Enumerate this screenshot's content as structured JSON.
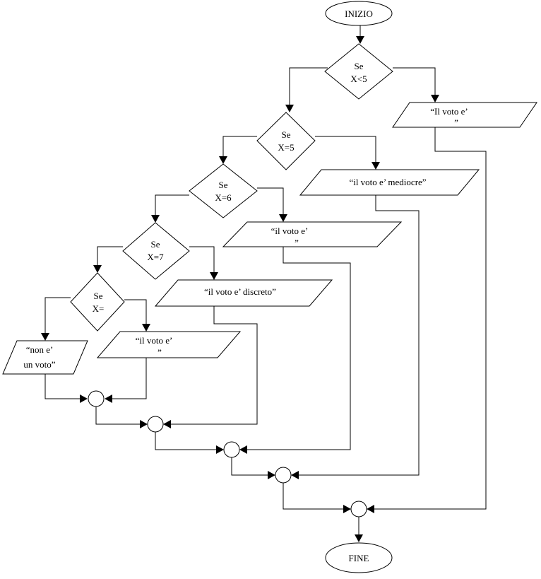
{
  "start": "INIZIO",
  "end": "FINE",
  "decisions": [
    {
      "line1": "Se",
      "line2": "X<5"
    },
    {
      "line1": "Se",
      "line2": "X=5"
    },
    {
      "line1": "Se",
      "line2": "X=6"
    },
    {
      "line1": "Se",
      "line2": "X=7"
    },
    {
      "line1": "Se",
      "line2": "X="
    }
  ],
  "outputs": [
    {
      "line1": "“Il voto e’",
      "line2": "”"
    },
    {
      "line1": "“il voto e’ mediocre”",
      "line2": ""
    },
    {
      "line1": "“il voto e’",
      "line2": "”"
    },
    {
      "line1": "“il voto e’ discreto”",
      "line2": ""
    },
    {
      "line1": "“il voto e’",
      "line2": "”"
    },
    {
      "line1": "“non e’",
      "line2": "un voto”"
    }
  ]
}
